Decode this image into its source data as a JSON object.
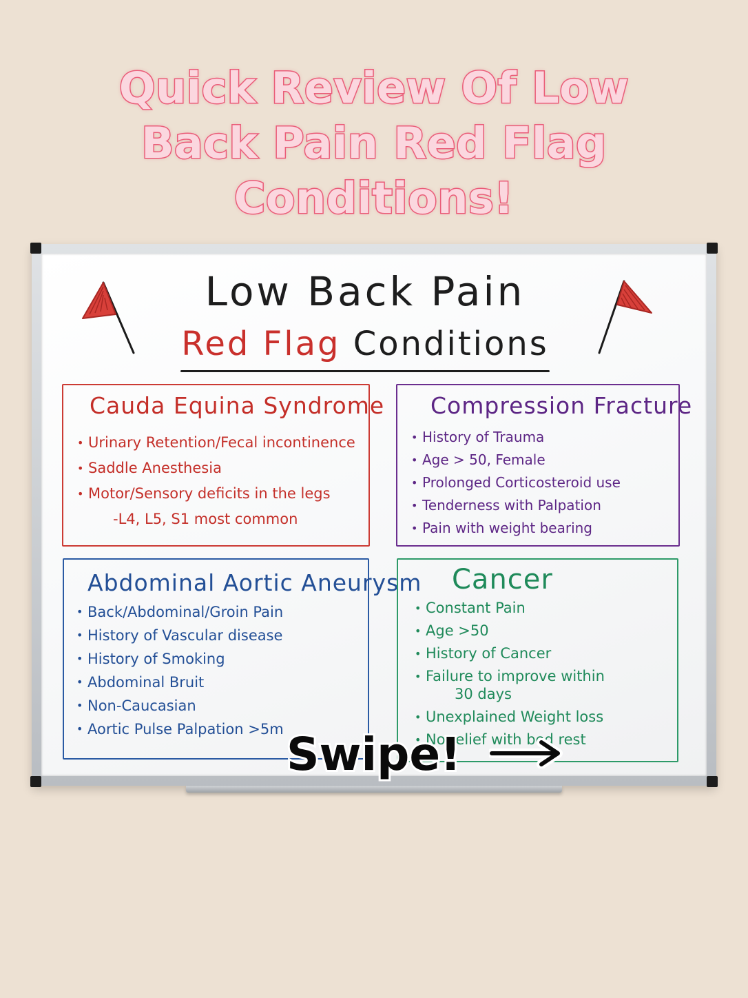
{
  "headline": {
    "line1": "Quick Review Of Low",
    "line2": "Back Pain Red Flag",
    "line3": "Conditions!"
  },
  "board": {
    "title": "Low Back Pain",
    "subtitle_red": "Red Flag",
    "subtitle_black": "Conditions"
  },
  "boxes": {
    "cauda": {
      "title": "Cauda Equina Syndrome",
      "items": [
        "Urinary Retention/Fecal incontinence",
        "Saddle Anesthesia",
        "Motor/Sensory deficits in the legs"
      ],
      "sub": "-L4, L5, S1 most common"
    },
    "compression": {
      "title": "Compression Fracture",
      "items": [
        "History of Trauma",
        "Age > 50, Female",
        "Prolonged Corticosteroid use",
        "Tenderness with Palpation",
        "Pain with weight bearing"
      ]
    },
    "aaa": {
      "title": "Abdominal Aortic Aneurysm",
      "items": [
        "Back/Abdominal/Groin Pain",
        "History of Vascular disease",
        "History of Smoking",
        "Abdominal Bruit",
        "Non-Caucasian",
        "Aortic Pulse Palpation >5m"
      ]
    },
    "cancer": {
      "title": "Cancer",
      "items": [
        "Constant Pain",
        "Age >50",
        "History of Cancer",
        "Failure to improve within"
      ],
      "continuation": "30 days",
      "items2": [
        "Unexplained Weight loss",
        "No relief with bed rest"
      ]
    }
  },
  "overlay": {
    "swipe": "Swipe!"
  },
  "colors": {
    "red": "#c42f29",
    "purple": "#5d2685",
    "blue": "#234f96",
    "green": "#1f8a5a",
    "headline_pink": "#ea5d79"
  },
  "icons": [
    "red-flag-icon",
    "arrow-right-icon"
  ]
}
